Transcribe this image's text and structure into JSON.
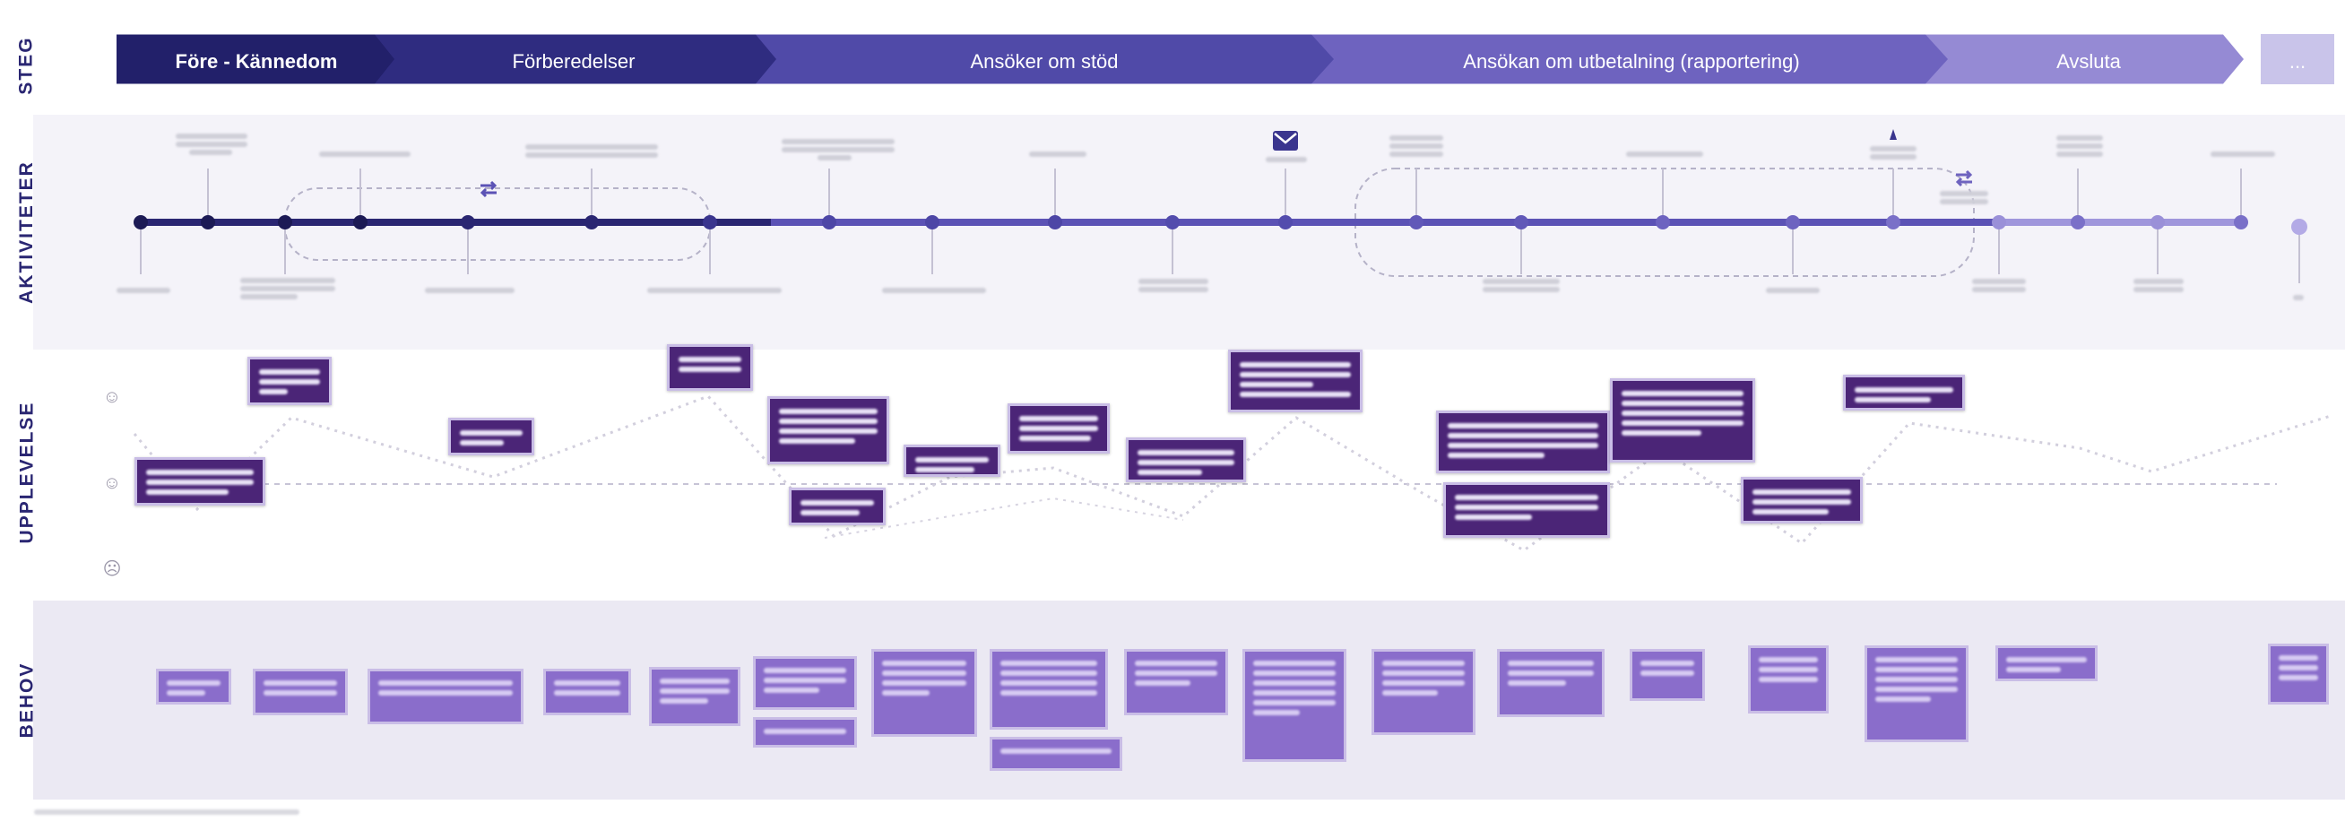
{
  "lanes": {
    "steg": "STEG",
    "aktiviteter": "AKTIVITETER",
    "upplevelse": "UPPLEVELSE",
    "behov": "BEHOV"
  },
  "steps": [
    {
      "label": "Före - Kännedom",
      "color": "#22206a"
    },
    {
      "label": "Förberedelser",
      "color": "#2f2c80"
    },
    {
      "label": "Ansöker om stöd",
      "color": "#504aa8"
    },
    {
      "label": "Ansökan om utbetalning (rapportering)",
      "color": "#6e63bf"
    },
    {
      "label": "Avsluta",
      "color": "#958ad4"
    },
    {
      "label": "...",
      "color": "#c9c4ea"
    }
  ],
  "icons": {
    "repeat_left": "repeat-icon",
    "repeat_right": "repeat-icon",
    "mail": "mail-icon",
    "happy": "happy-face-icon",
    "neutral": "neutral-face-icon",
    "sad": "sad-face-icon"
  },
  "emotion_faces": [
    "☺",
    "☺",
    "☹"
  ],
  "colors": {
    "timeline_dark": "#2a2672",
    "timeline_mid": "#5b52b5",
    "timeline_light": "#9f96dc",
    "sticky_bg": "#4b2577",
    "need_bg": "#8a6dcb",
    "lane_bg": "#f4f3f9",
    "behov_bg": "#ebe9f3"
  }
}
